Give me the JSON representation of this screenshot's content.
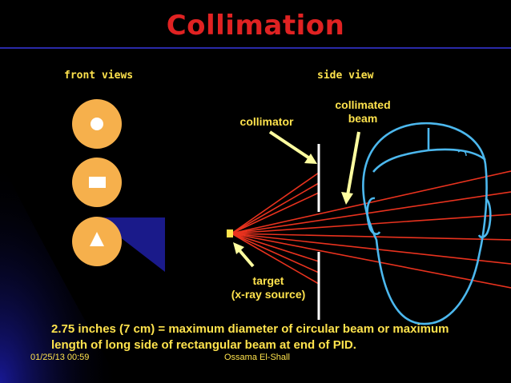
{
  "slide": {
    "title": "Collimation",
    "front_views_heading": "front views",
    "side_view_heading": "side view",
    "labels": {
      "collimator": "collimator",
      "collimated_beam_line1": "collimated",
      "collimated_beam_line2": "beam",
      "target_line1": "target",
      "target_line2": "(x-ray source)"
    },
    "caption_line1": "2.75 inches (7 cm) = maximum diameter of circular beam or maximum",
    "caption_line2": "length of long side of rectangular beam at end of PID.",
    "footer_date": "01/25/13 00:59",
    "footer_author": "Ossama El-Shall"
  },
  "colors": {
    "title": "#e02222",
    "text": "#ffe34d",
    "aperture_disc": "#f6b04c",
    "beam": "#e8321e",
    "head_outline": "#4cb8ee",
    "background_accent": "#1a1a8a"
  },
  "front_view_shapes": [
    "circle",
    "rectangle",
    "triangle"
  ]
}
